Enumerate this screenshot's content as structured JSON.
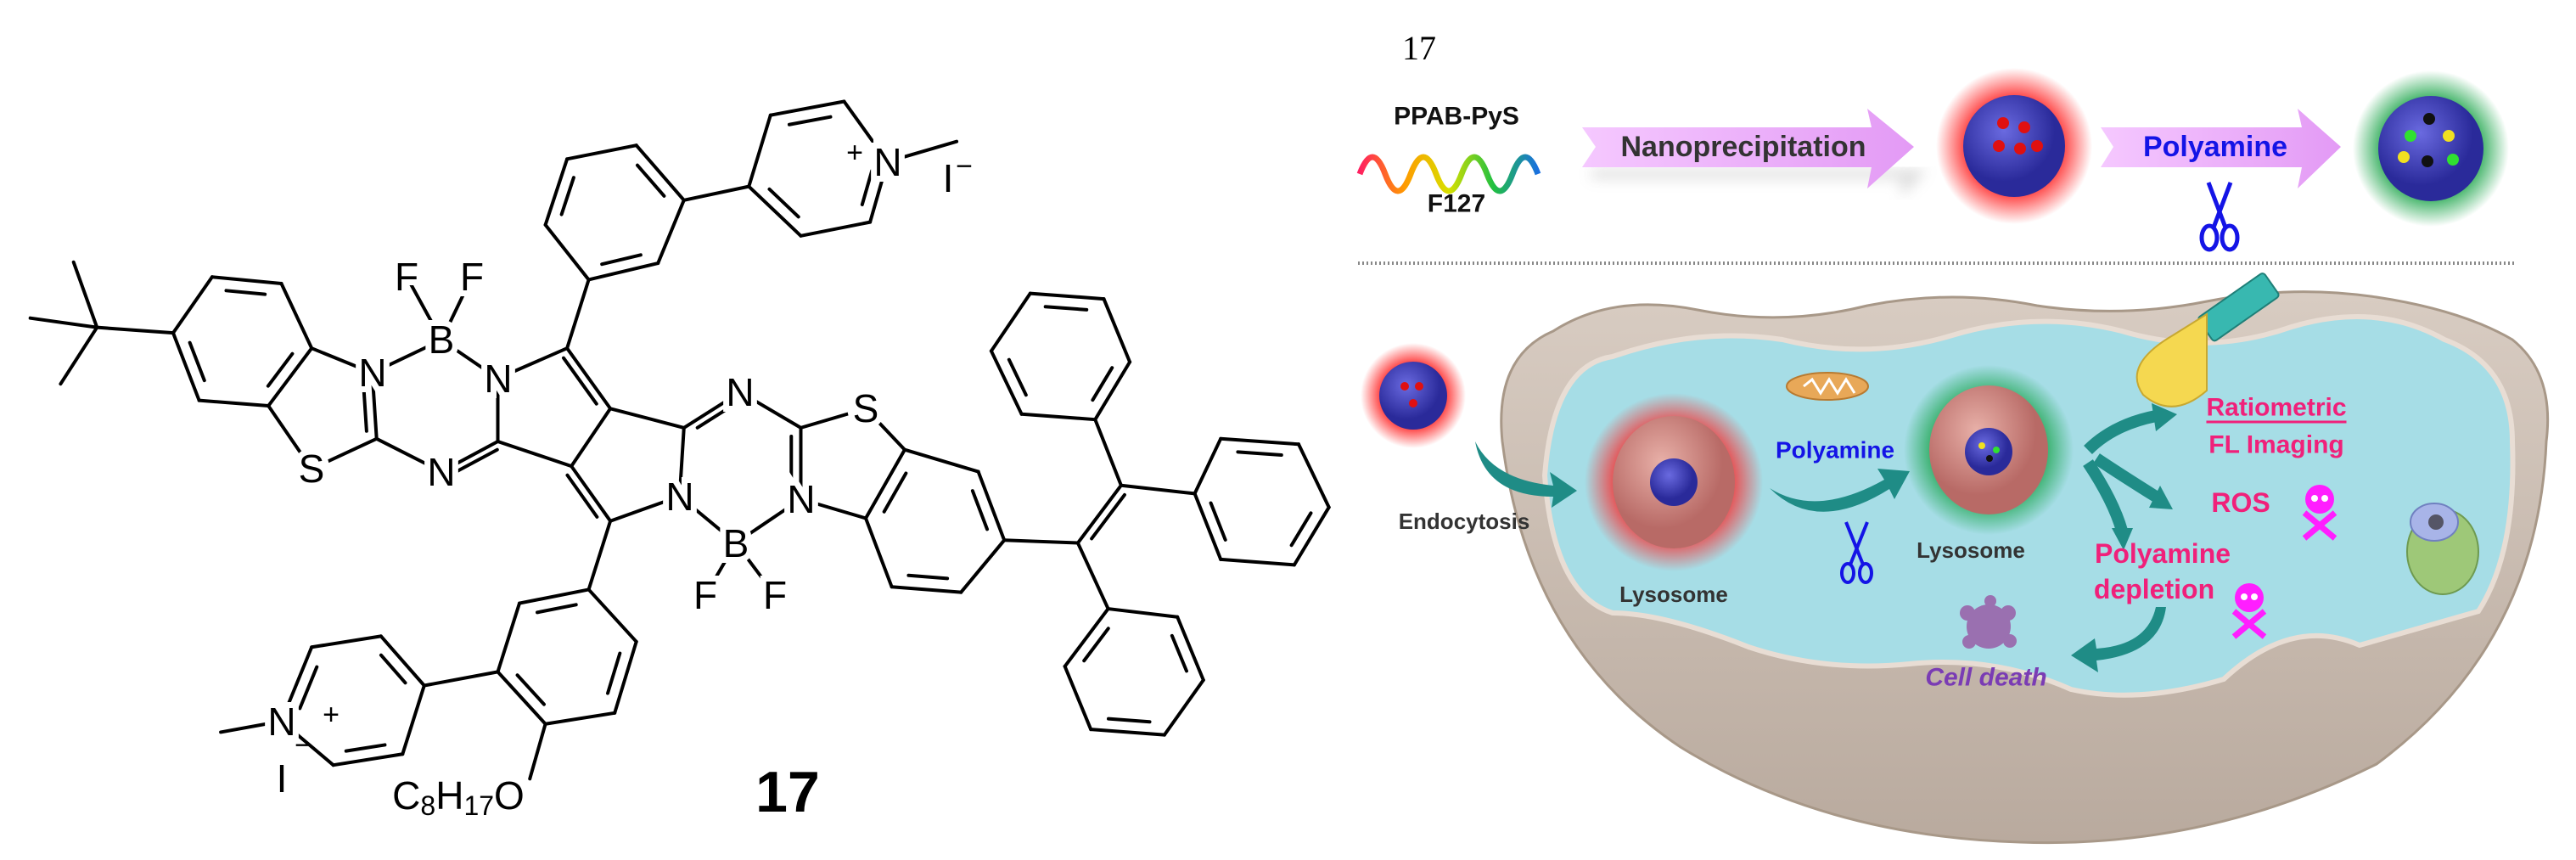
{
  "structure": {
    "compound_number": "17",
    "atom_labels": [
      "F",
      "F",
      "B",
      "N",
      "N",
      "S",
      "N",
      "N",
      "S",
      "N",
      "N",
      "B",
      "F",
      "F",
      "N",
      "N",
      "I",
      "I"
    ],
    "cation_charge": "+",
    "anion_charge": "−",
    "substituent_parts": [
      "C",
      "8",
      "H",
      "17",
      "O"
    ]
  },
  "scheme": {
    "panel_label": "17",
    "reagent_1": "PPAB-PyS",
    "reagent_2": "F127",
    "step_1": "Nanoprecipitation",
    "step_2": "Polyamine"
  },
  "cell": {
    "endocytosis": "Endocytosis",
    "lysosome_1": "Lysosome",
    "polyamine": "Polyamine",
    "lysosome_2": "Lysosome",
    "ratiometric": "Ratiometric",
    "fl_imaging": "FL Imaging",
    "ros": "ROS",
    "depletion_line_1": "Polyamine",
    "depletion_line_2": "depletion",
    "cell_death": "Cell death"
  },
  "colors": {
    "arrow_teal": "#1f8c86",
    "pink_text": "#f0207a",
    "blue_text": "#1414e6",
    "purple_text": "#7a3cb4",
    "skull": "#ff1eff",
    "cytoplasm": "#a6dde6",
    "bowl": "#cdbfb3"
  }
}
